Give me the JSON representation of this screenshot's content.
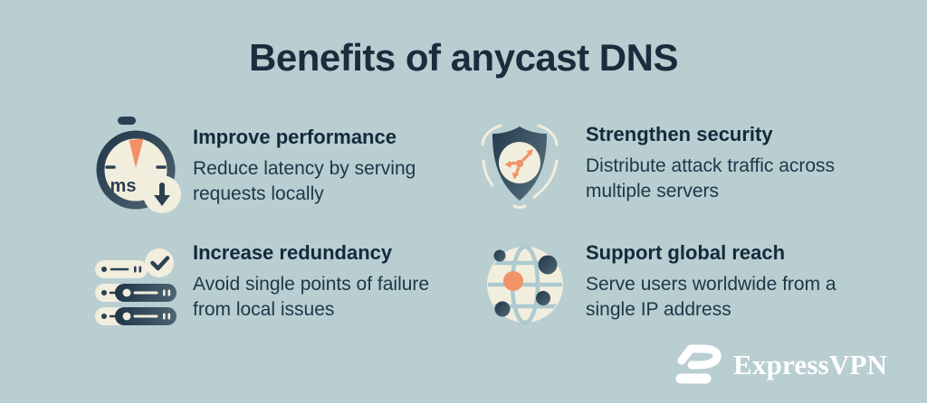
{
  "title": "Benefits of anycast DNS",
  "benefits": [
    {
      "icon": "stopwatch-ms-icon",
      "heading": "Improve performance",
      "description": "Reduce latency by serving requests locally"
    },
    {
      "icon": "shield-distribute-icon",
      "heading": "Strengthen security",
      "description": "Distribute attack traffic across multiple servers"
    },
    {
      "icon": "server-stack-check-icon",
      "heading": "Increase redundancy",
      "description": "Avoid single points of failure from local issues"
    },
    {
      "icon": "globe-nodes-icon",
      "heading": "Support global reach",
      "description": "Serve users worldwide from a single IP address"
    }
  ],
  "stopwatch": {
    "unit_label": "ms"
  },
  "branding": {
    "wordmark": "ExpressVPN"
  },
  "colors": {
    "background": "#b8ced1",
    "heading_text": "#14293a",
    "body_text": "#203748",
    "title_text": "#1b2c3d",
    "cream": "#f2eedd",
    "orange": "#f09468",
    "icon_navy_dark": "#22384a",
    "icon_navy_light": "#4e6673",
    "globe_lines": "#accacf",
    "logo_white": "#ffffff"
  }
}
